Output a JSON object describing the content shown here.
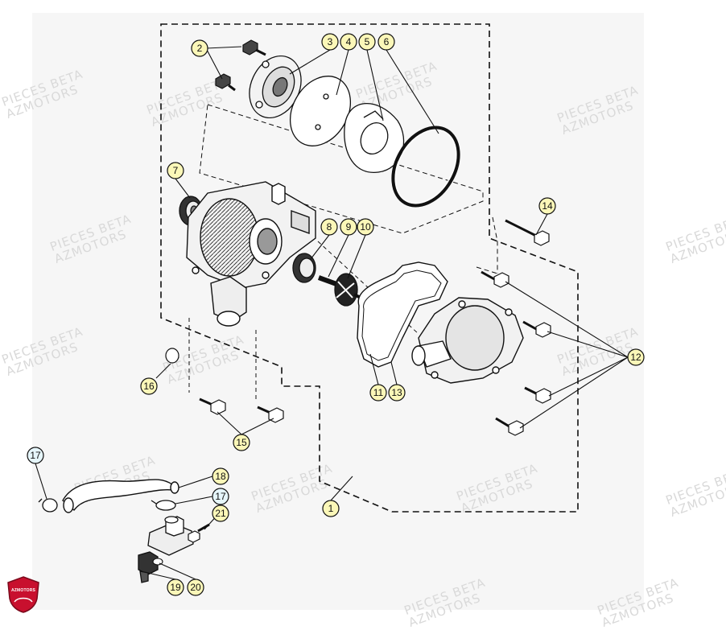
{
  "watermark": {
    "line1": "PIECES BETA",
    "line2": "AZMOTORS"
  },
  "logo": {
    "text": "AZMOTORS",
    "color": "#c8102e"
  },
  "colors": {
    "callout_fill": "#fbf7b8",
    "callout_fill_alt": "#e6f6fb",
    "line": "#111111",
    "dashed_frame": "#111111"
  },
  "callouts": [
    {
      "id": "c2",
      "label": "2"
    },
    {
      "id": "c3",
      "label": "3"
    },
    {
      "id": "c4",
      "label": "4"
    },
    {
      "id": "c5",
      "label": "5"
    },
    {
      "id": "c6",
      "label": "6"
    },
    {
      "id": "c7",
      "label": "7"
    },
    {
      "id": "c8",
      "label": "8"
    },
    {
      "id": "c9",
      "label": "9"
    },
    {
      "id": "c10",
      "label": "10"
    },
    {
      "id": "c14",
      "label": "14"
    },
    {
      "id": "c12",
      "label": "12"
    },
    {
      "id": "c16",
      "label": "16"
    },
    {
      "id": "c11",
      "label": "11"
    },
    {
      "id": "c13",
      "label": "13"
    },
    {
      "id": "c15",
      "label": "15"
    },
    {
      "id": "c17a",
      "label": "17"
    },
    {
      "id": "c18",
      "label": "18"
    },
    {
      "id": "c17b",
      "label": "17"
    },
    {
      "id": "c21",
      "label": "21"
    },
    {
      "id": "c1",
      "label": "1"
    },
    {
      "id": "c19",
      "label": "19"
    },
    {
      "id": "c20",
      "label": "20"
    }
  ]
}
